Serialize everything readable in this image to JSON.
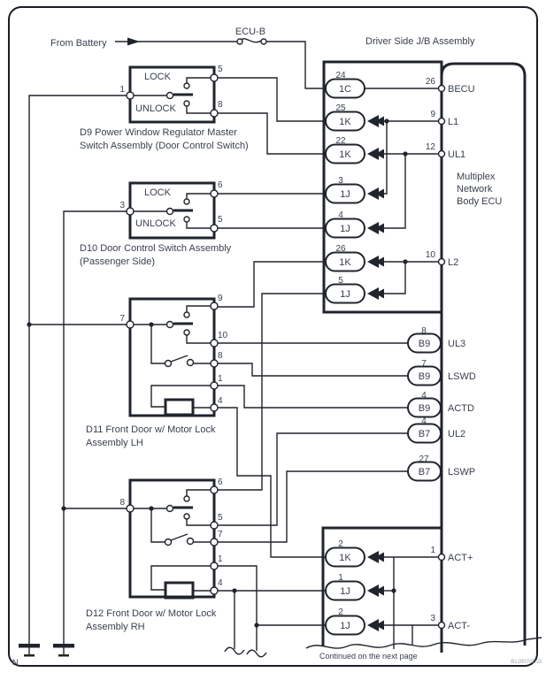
{
  "header": {
    "from_battery": "From Battery",
    "fuse_label": "ECU-B",
    "jb_title": "Driver Side J/B Assembly"
  },
  "ecu": {
    "name_line1": "Multiplex",
    "name_line2": "Network",
    "name_line3": "Body ECU",
    "pins": [
      {
        "num": "26",
        "label": "BECU"
      },
      {
        "num": "9",
        "label": "L1"
      },
      {
        "num": "12",
        "label": "UL1"
      },
      {
        "num": "10",
        "label": "L2"
      },
      {
        "num": "1",
        "label": "ACT+"
      },
      {
        "num": "3",
        "label": "ACT-"
      }
    ]
  },
  "jb_top_connectors": [
    {
      "pin": "24",
      "code": "1C"
    },
    {
      "pin": "25",
      "code": "1K"
    },
    {
      "pin": "22",
      "code": "1K"
    },
    {
      "pin": "3",
      "code": "1J"
    },
    {
      "pin": "4",
      "code": "1J"
    },
    {
      "pin": "26",
      "code": "1K"
    },
    {
      "pin": "5",
      "code": "1J"
    }
  ],
  "jb_bottom_connectors": [
    {
      "pin": "2",
      "code": "1K"
    },
    {
      "pin": "1",
      "code": "1J"
    },
    {
      "pin": "2",
      "code": "1J"
    }
  ],
  "ecu_edge_connectors": [
    {
      "pin": "8",
      "code": "B9",
      "label": "UL3"
    },
    {
      "pin": "7",
      "code": "B9",
      "label": "LSWD"
    },
    {
      "pin": "4",
      "code": "B9",
      "label": "ACTD"
    },
    {
      "pin": "4",
      "code": "B7",
      "label": "UL2"
    },
    {
      "pin": "27",
      "code": "B7",
      "label": "LSWP"
    }
  ],
  "d9": {
    "caption1": "D9 Power Window Regulator Master",
    "caption2": "Switch Assembly (Door Control Switch)",
    "lock": "LOCK",
    "unlock": "UNLOCK",
    "pin_left": "1",
    "pin_top": "5",
    "pin_bottom": "8"
  },
  "d10": {
    "caption1": "D10 Door Control Switch Assembly",
    "caption2": "(Passenger Side)",
    "lock": "LOCK",
    "unlock": "UNLOCK",
    "pin_left": "3",
    "pin_top": "6",
    "pin_bottom": "5"
  },
  "d11": {
    "caption1": "D11 Front Door w/ Motor Lock",
    "caption2": "Assembly LH",
    "pin_left": "7",
    "pins_right": [
      "9",
      "10",
      "8",
      "1",
      "4"
    ]
  },
  "d12": {
    "caption1": "D12 Front Door w/ Motor Lock",
    "caption2": "Assembly RH",
    "pin_left": "8",
    "pins_right": [
      "6",
      "5",
      "7",
      "1",
      "4"
    ]
  },
  "footer": {
    "continued": "Continued on the next page",
    "doc_id": "B120070E03",
    "page_marker": "N"
  },
  "colors": {
    "line": "#20242c",
    "text": "#39404e",
    "background": "#ffffff"
  }
}
